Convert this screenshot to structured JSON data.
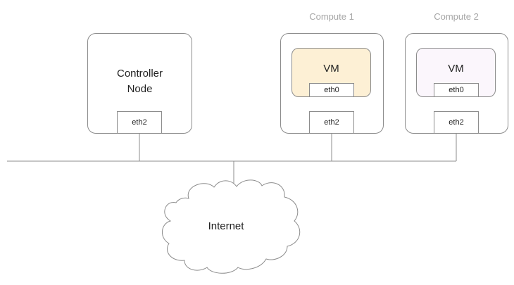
{
  "controller": {
    "title_line1": "Controller",
    "title_line2": "Node",
    "port": "eth2"
  },
  "compute1": {
    "label": "Compute 1",
    "vm_label": "VM",
    "vm_port": "eth0",
    "port": "eth2",
    "vm_color": "#fdf0d5"
  },
  "compute2": {
    "label": "Compute 2",
    "vm_label": "VM",
    "vm_port": "eth0",
    "port": "eth2",
    "vm_color": "#fbf6fc"
  },
  "internet": {
    "label": "Internet"
  },
  "colors": {
    "line": "#8c8c8c",
    "text": "#222222",
    "header": "#a6a6a6"
  }
}
